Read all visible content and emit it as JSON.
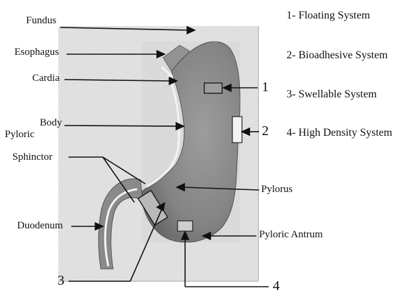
{
  "labels": {
    "fundus": "Fundus",
    "esophagus": "Esophagus",
    "cardia": "Cardia",
    "body": "Body",
    "pyloric": "Pyloric",
    "sphinctor": "Sphinctor",
    "duodenum": "Duodenum",
    "pylorus": "Pylorus",
    "pyloric_antrum": "Pyloric Antrum"
  },
  "markers": [
    "1",
    "2",
    "3",
    "4"
  ],
  "legend": [
    "1- Floating System",
    "2- Bioadhesive System",
    "3- Swellable System",
    "4- High Density System"
  ],
  "colors": {
    "stomach_fill": "#8a8a8a",
    "background_panel": "#e9e9e9",
    "ink": "#111111",
    "device_fill": "#c9c9c9"
  }
}
